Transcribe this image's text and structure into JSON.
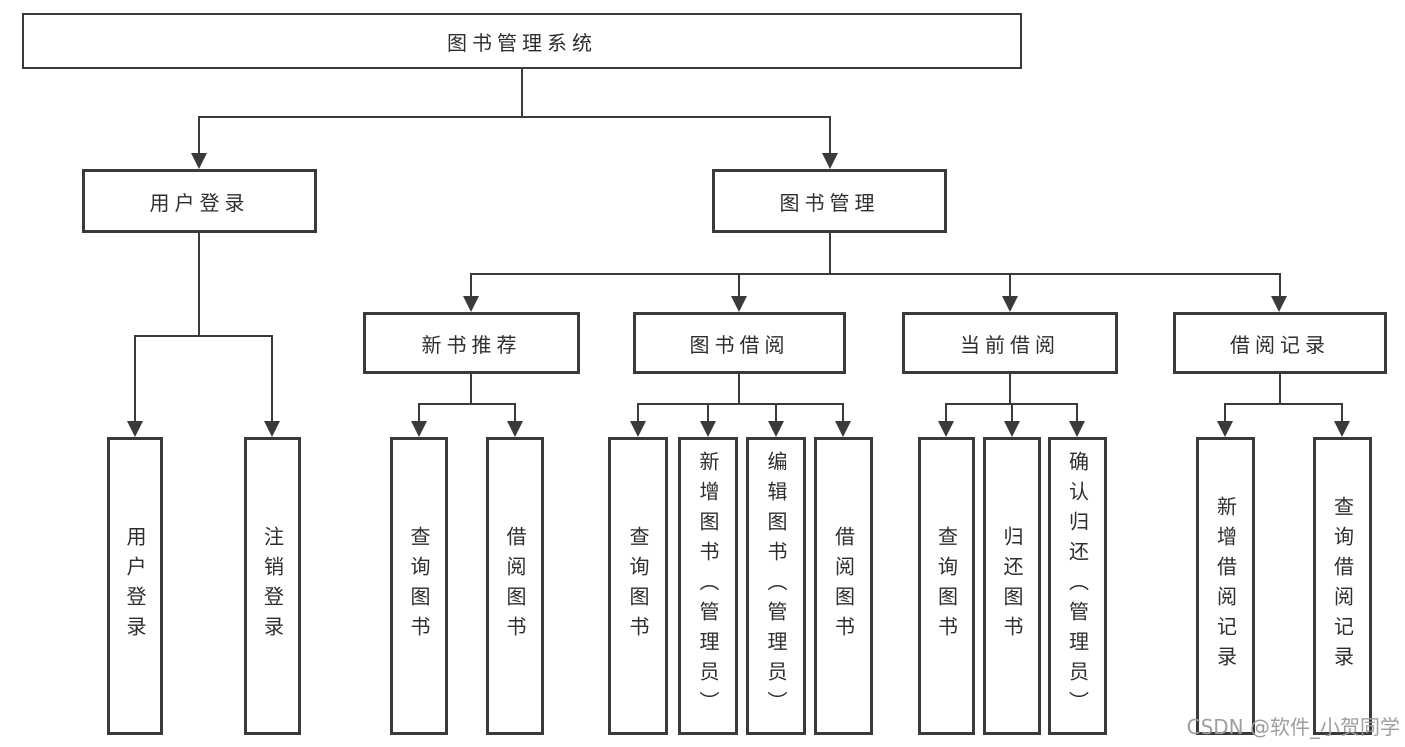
{
  "diagram": {
    "root": {
      "label": "图书管理系统"
    },
    "branches": [
      {
        "label": "用户登录",
        "children": [
          {
            "label": "用户登录"
          },
          {
            "label": "注销登录"
          }
        ]
      },
      {
        "label": "图书管理",
        "children": [
          {
            "label": "新书推荐",
            "children": [
              {
                "label": "查询图书"
              },
              {
                "label": "借阅图书"
              }
            ]
          },
          {
            "label": "图书借阅",
            "children": [
              {
                "label": "查询图书"
              },
              {
                "label": "新增图书（管理员）"
              },
              {
                "label": "编辑图书（管理员）"
              },
              {
                "label": "借阅图书"
              }
            ]
          },
          {
            "label": "当前借阅",
            "children": [
              {
                "label": "查询图书"
              },
              {
                "label": "归还图书"
              },
              {
                "label": "确认归还（管理员）"
              }
            ]
          },
          {
            "label": "借阅记录",
            "children": [
              {
                "label": "新增借阅记录"
              },
              {
                "label": "查询借阅记录"
              }
            ]
          }
        ]
      }
    ]
  },
  "watermark": {
    "text": "CSDN @软件_小贺同学"
  },
  "colors": {
    "line": "#3a3a3a",
    "box_bg": "#ffffff",
    "text": "#2e2e2e",
    "watermark": "#9e9e9e"
  }
}
